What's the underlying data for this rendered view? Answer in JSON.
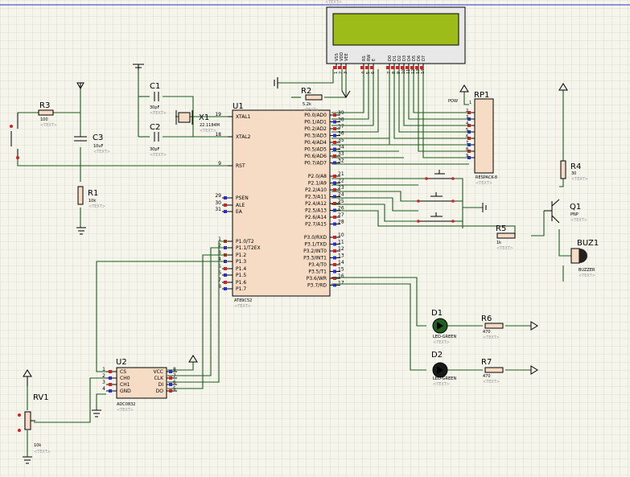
{
  "sheet": {
    "top_marker": "<TEXT>"
  },
  "lcd": {
    "pins": [
      "VSS",
      "VDD",
      "VEE",
      "RS",
      "RW",
      "E",
      "D0",
      "D1",
      "D2",
      "D3",
      "D4",
      "D5",
      "D6",
      "D7"
    ],
    "pin_numbers": [
      "1",
      "2",
      "3",
      "4",
      "5",
      "6",
      "7",
      "8",
      "9",
      "10",
      "11",
      "12",
      "13",
      "14"
    ]
  },
  "u1": {
    "ref": "U1",
    "part": "AT89C52",
    "text": "<TEXT>",
    "left_pins": [
      {
        "num": "19",
        "name": "XTAL1"
      },
      {
        "num": "18",
        "name": "XTAL2"
      },
      {
        "num": "9",
        "name": "RST"
      },
      {
        "num": "29",
        "name": "PSEN"
      },
      {
        "num": "30",
        "name": "ALE"
      },
      {
        "num": "31",
        "name": "EA"
      },
      {
        "num": "1",
        "name": "P1.0/T2"
      },
      {
        "num": "2",
        "name": "P1.1/T2EX"
      },
      {
        "num": "3",
        "name": "P1.2"
      },
      {
        "num": "4",
        "name": "P1.3"
      },
      {
        "num": "5",
        "name": "P1.4"
      },
      {
        "num": "6",
        "name": "P1.5"
      },
      {
        "num": "7",
        "name": "P1.6"
      },
      {
        "num": "8",
        "name": "P1.7"
      }
    ],
    "right_pins": [
      {
        "num": "39",
        "name": "P0.0/AD0"
      },
      {
        "num": "38",
        "name": "P0.1/AD1"
      },
      {
        "num": "37",
        "name": "P0.2/AD2"
      },
      {
        "num": "36",
        "name": "P0.3/AD3"
      },
      {
        "num": "35",
        "name": "P0.4/AD4"
      },
      {
        "num": "34",
        "name": "P0.5/AD5"
      },
      {
        "num": "33",
        "name": "P0.6/AD6"
      },
      {
        "num": "32",
        "name": "P0.7/AD7"
      },
      {
        "num": "21",
        "name": "P2.0/A8"
      },
      {
        "num": "22",
        "name": "P2.1/A9"
      },
      {
        "num": "23",
        "name": "P2.2/A10"
      },
      {
        "num": "24",
        "name": "P2.3/A11"
      },
      {
        "num": "25",
        "name": "P2.4/A12"
      },
      {
        "num": "26",
        "name": "P2.5/A13"
      },
      {
        "num": "27",
        "name": "P2.6/A14"
      },
      {
        "num": "28",
        "name": "P2.7/A15"
      },
      {
        "num": "10",
        "name": "P3.0/RXD"
      },
      {
        "num": "11",
        "name": "P3.1/TXD"
      },
      {
        "num": "12",
        "name": "P3.2/INT0"
      },
      {
        "num": "13",
        "name": "P3.3/INT1"
      },
      {
        "num": "14",
        "name": "P3.4/T0"
      },
      {
        "num": "15",
        "name": "P3.5/T1"
      },
      {
        "num": "16",
        "name": "P3.6/WR"
      },
      {
        "num": "17",
        "name": "P3.7/RD"
      }
    ]
  },
  "u2": {
    "ref": "U2",
    "part": "ADC0832",
    "text": "<TEXT>",
    "left_pins": [
      {
        "num": "1",
        "name": "CS"
      },
      {
        "num": "2",
        "name": "CH0"
      },
      {
        "num": "3",
        "name": "CH1"
      },
      {
        "num": "4",
        "name": "GND"
      }
    ],
    "right_pins": [
      {
        "num": "8",
        "name": "VCC"
      },
      {
        "num": "7",
        "name": "CLK"
      },
      {
        "num": "6",
        "name": "DI"
      },
      {
        "num": "5",
        "name": "DO"
      }
    ]
  },
  "rp1": {
    "ref": "RP1",
    "part": "RESPACK-8",
    "pin1": "1",
    "pins": [
      "2",
      "3",
      "4",
      "5",
      "6",
      "7",
      "8",
      "9"
    ],
    "pow_label": "POW"
  },
  "parts": {
    "r1": {
      "ref": "R1",
      "value": "10k",
      "text": "<TEXT>"
    },
    "r2": {
      "ref": "R2",
      "value": "5.2k",
      "text": "<TEXT>"
    },
    "r3": {
      "ref": "R3",
      "value": "100",
      "text": "<TEXT>"
    },
    "r4": {
      "ref": "R4",
      "value": "30",
      "text": "<TEXT>"
    },
    "r5": {
      "ref": "R5",
      "value": "1k",
      "text": "<TEXT>"
    },
    "r6": {
      "ref": "R6",
      "value": "470",
      "text": "<TEXT>"
    },
    "r7": {
      "ref": "R7",
      "value": "470",
      "text": "<TEXT>"
    },
    "c1": {
      "ref": "C1",
      "value": "30pF",
      "text": "<TEXT>"
    },
    "c2": {
      "ref": "C2",
      "value": "30pF",
      "text": "<TEXT>"
    },
    "c3": {
      "ref": "C3",
      "value": "10uF",
      "text": "<TEXT>"
    },
    "x1": {
      "ref": "X1",
      "value": "22.1184M",
      "text": "<TEXT>"
    },
    "q1": {
      "ref": "Q1",
      "value": "PNP",
      "text": "<TEXT>"
    },
    "buz1": {
      "ref": "BUZ1",
      "value": "BUZZER",
      "text": "<TEXT>"
    },
    "d1": {
      "ref": "D1",
      "value": "LED-GREEN",
      "text": "<TEXT>"
    },
    "d2": {
      "ref": "D2",
      "value": "LED-GREEN",
      "text": "<TEXT>"
    },
    "rv1": {
      "ref": "RV1",
      "value": "10k",
      "text": "<TEXT>"
    }
  },
  "colors": {
    "background": "#f5f5ec",
    "grid": "#c9c9bd",
    "wire": "#1a5c1a",
    "lcd_screen": "#9dbc1a",
    "component_body": "#f6dcc4",
    "pin_red": "#d62020",
    "pin_blue": "#2a2ad8"
  }
}
